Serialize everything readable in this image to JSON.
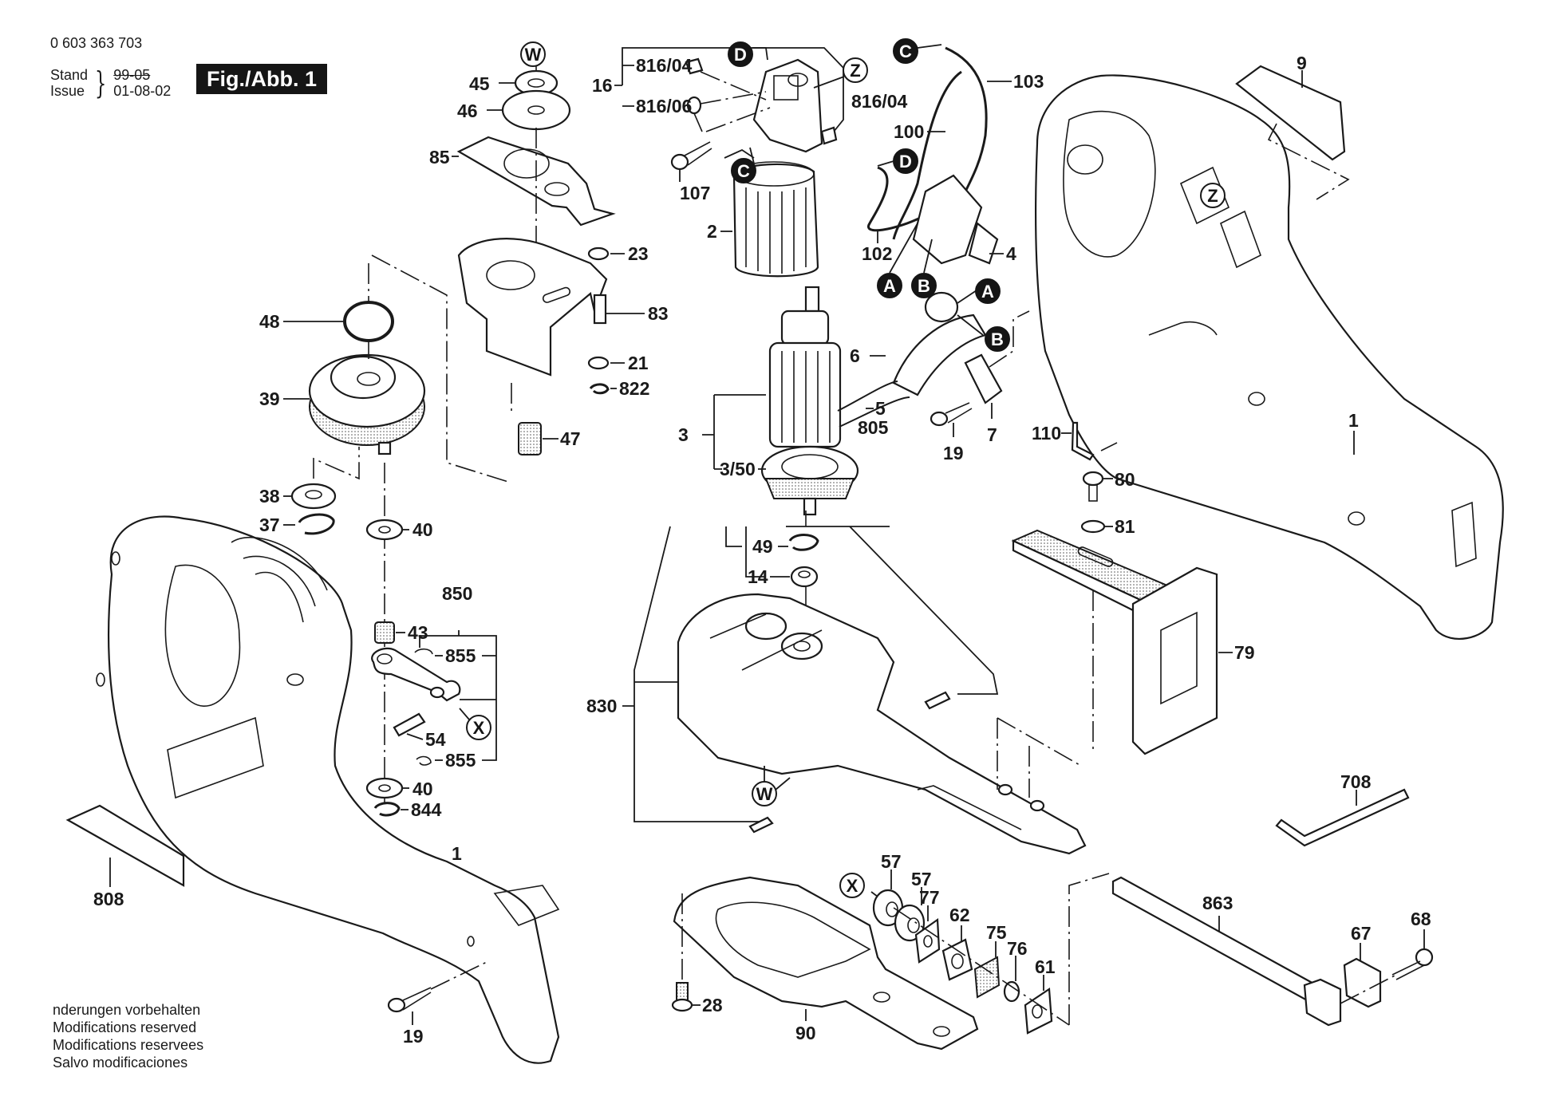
{
  "header": {
    "doc_number": "0 603 363 703",
    "stand_label": "Stand",
    "issue_label": "Issue",
    "stand_value_struck": "99-05",
    "issue_value": "01-08-02",
    "figure_badge": "Fig./Abb. 1"
  },
  "footer": {
    "lines": [
      "nderungen vorbehalten",
      "Modifications reserved",
      "Modifications reservees",
      "Salvo modificaciones"
    ]
  },
  "callouts": {
    "p45": "45",
    "p46": "46",
    "p85": "85",
    "p23": "23",
    "p83": "83",
    "p21": "21",
    "p822": "822",
    "p47": "47",
    "p48": "48",
    "p39": "39",
    "p38": "38",
    "p37": "37",
    "p40a": "40",
    "p40b": "40",
    "p844": "844",
    "p850": "850",
    "p43": "43",
    "p855a": "855",
    "p855b": "855",
    "p54": "54",
    "p16": "16",
    "p816_04a": "816/04",
    "p816_06": "816/06",
    "p816_04b": "816/04",
    "p103": "103",
    "p100": "100",
    "p107": "107",
    "p2": "2",
    "p102": "102",
    "p4": "4",
    "p6": "6",
    "p3": "3",
    "p3_50": "3/50",
    "p5": "5",
    "p805": "805",
    "p19a": "19",
    "p7": "7",
    "p110": "110",
    "p1a": "1",
    "p9": "9",
    "p49": "49",
    "p14": "14",
    "p830": "830",
    "p80": "80",
    "p81": "81",
    "p79": "79",
    "p708": "708",
    "p1b": "1",
    "p808": "808",
    "p19b": "19",
    "p57a": "57",
    "p57b": "57",
    "p77": "77",
    "p62": "62",
    "p75": "75",
    "p76": "76",
    "p61": "61",
    "p90": "90",
    "p28": "28",
    "p863": "863",
    "p67": "67",
    "p68": "68"
  },
  "reference_markers": {
    "w_top": "W",
    "w_bottom": "W",
    "x_link": "X",
    "x_bearing": "X",
    "z_brush": "Z",
    "z_housing": "Z",
    "d_brush": "D",
    "d_lead": "D",
    "c_top": "C",
    "c_brush": "C",
    "a_switch": "A",
    "b_switch": "B",
    "a_cord": "A",
    "b_cord": "B"
  }
}
